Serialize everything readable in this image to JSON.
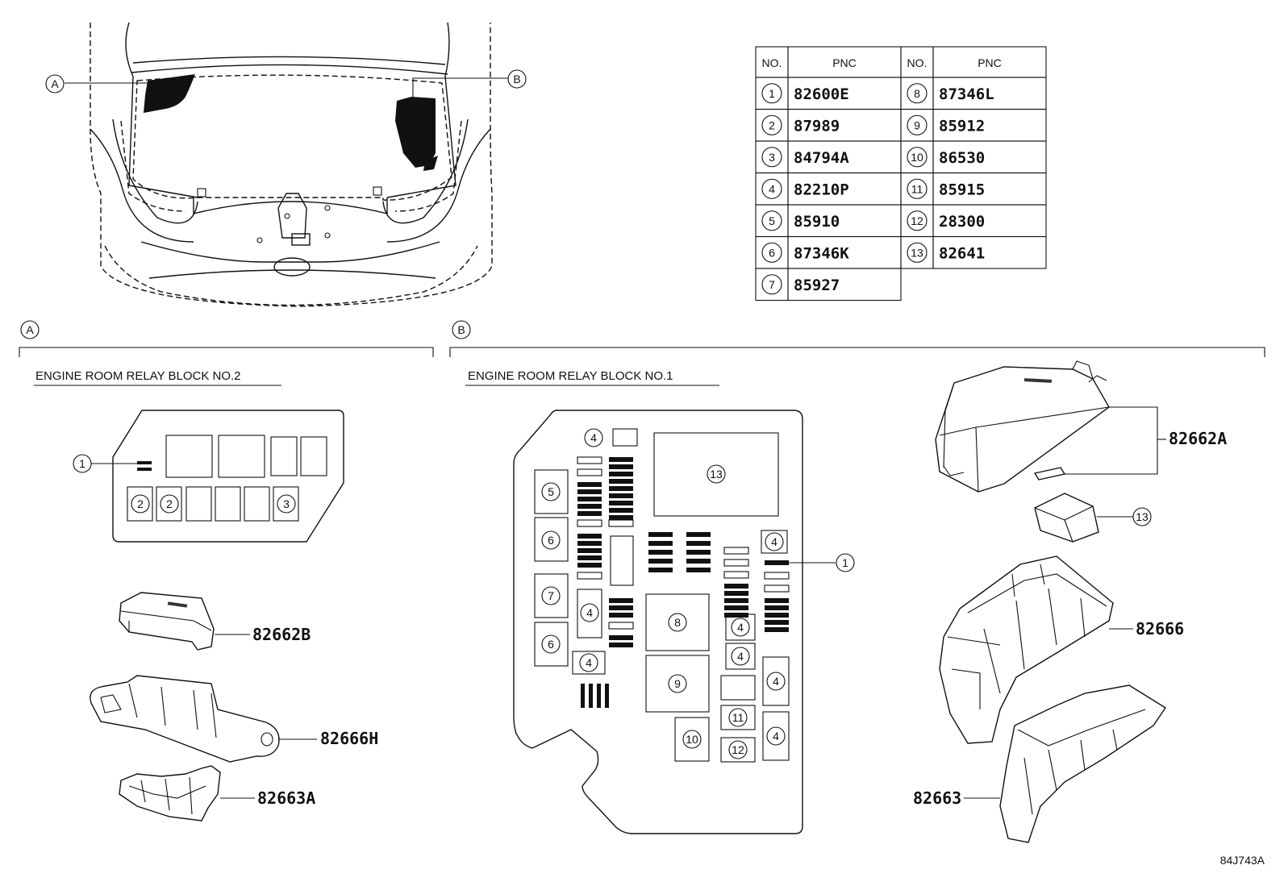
{
  "callouts": {
    "a": "A",
    "b": "B"
  },
  "table": {
    "headers": [
      "NO.",
      "PNC",
      "NO.",
      "PNC"
    ],
    "rows": [
      {
        "no": "1",
        "pnc": "82600E"
      },
      {
        "no": "2",
        "pnc": "87989"
      },
      {
        "no": "3",
        "pnc": "84794A"
      },
      {
        "no": "4",
        "pnc": "82210P"
      },
      {
        "no": "5",
        "pnc": "85910"
      },
      {
        "no": "6",
        "pnc": "87346K"
      },
      {
        "no": "7",
        "pnc": "85927"
      },
      {
        "no": "8",
        "pnc": "87346L"
      },
      {
        "no": "9",
        "pnc": "85912"
      },
      {
        "no": "10",
        "pnc": "86530"
      },
      {
        "no": "11",
        "pnc": "85915"
      },
      {
        "no": "12",
        "pnc": "28300"
      },
      {
        "no": "13",
        "pnc": "82641"
      }
    ]
  },
  "section_a": {
    "marker": "A",
    "title": "ENGINE ROOM RELAY BLOCK NO.2",
    "parts": {
      "cover": "82662B",
      "case": "82666H",
      "lower": "82663A"
    }
  },
  "section_b": {
    "marker": "B",
    "title": "ENGINE ROOM RELAY BLOCK NO.1",
    "parts": {
      "cover": "82662A",
      "case": "82666",
      "lower": "82663"
    }
  },
  "figure_code": "84J743A"
}
